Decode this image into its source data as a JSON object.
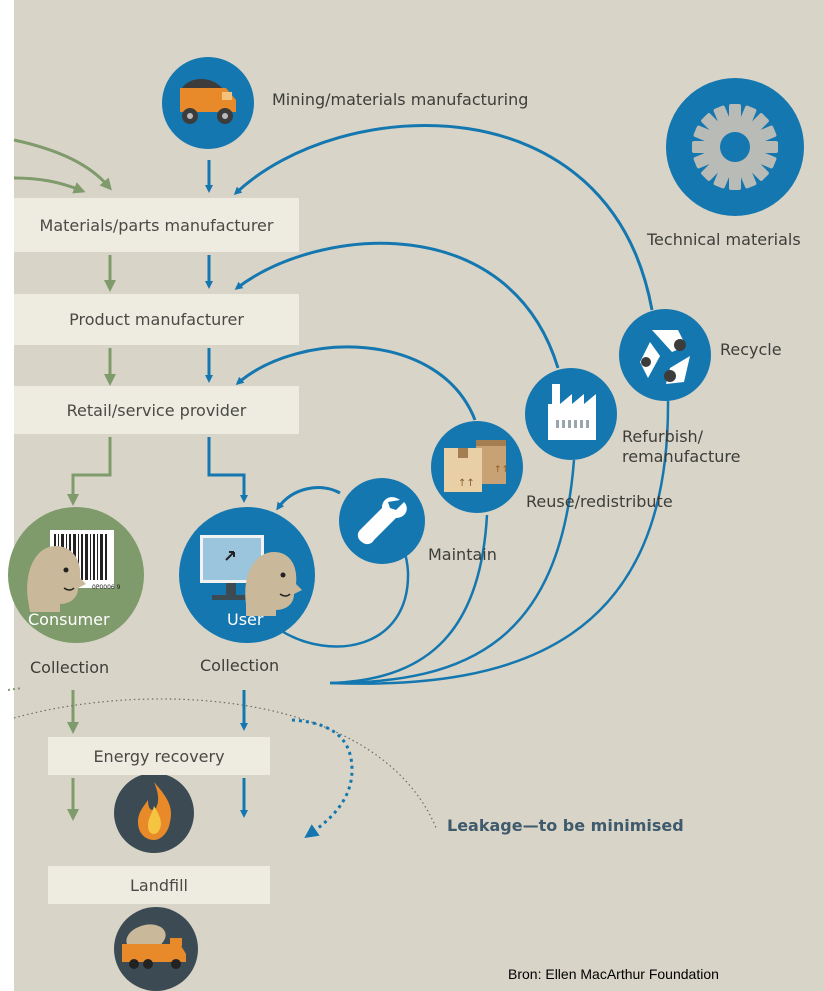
{
  "diagram": {
    "nodes": {
      "mining": "Mining/materials manufacturing",
      "parts_manufacturer": "Materials/parts manufacturer",
      "product_manufacturer": "Product manufacturer",
      "retail": "Retail/service provider",
      "technical_materials": "Technical materials",
      "recycle": "Recycle",
      "refurbish_line1": "Refurbish/",
      "refurbish_line2": "remanufacture",
      "reuse": "Reuse/redistribute",
      "maintain": "Maintain",
      "consumer": "Consumer",
      "user": "User",
      "collection_left": "Collection",
      "collection_right": "Collection",
      "energy_recovery": "Energy recovery",
      "landfill": "Landfill",
      "leakage": "Leakage—to be minimised"
    },
    "barcode_text": "0P0006 9"
  },
  "source": "Bron: Ellen MacArthur Foundation",
  "colors": {
    "background": "#d8d5c8",
    "box": "#eeebe1",
    "blue": "#1577b0",
    "green": "#7f9a6b",
    "dark": "#3c4a53"
  },
  "icons": [
    "dump-truck-icon",
    "gear-icon",
    "recycle-icon",
    "factory-icon",
    "boxes-icon",
    "wrench-icon",
    "consumer-head-icon",
    "user-computer-icon",
    "flame-icon",
    "cement-truck-icon"
  ]
}
